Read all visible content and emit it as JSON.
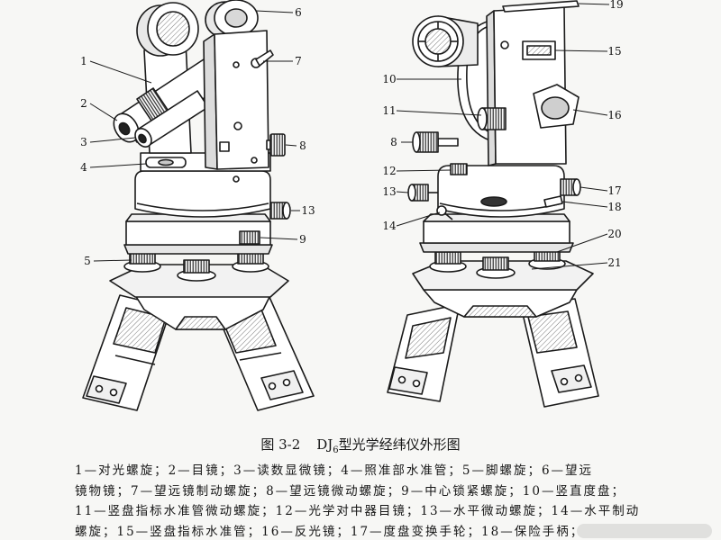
{
  "figure": {
    "left_view": {
      "callouts": [
        "1",
        "2",
        "3",
        "4",
        "5",
        "6",
        "7",
        "8",
        "13",
        "9"
      ]
    },
    "right_view": {
      "callouts": [
        "19",
        "15",
        "10",
        "16",
        "11",
        "8",
        "12",
        "13",
        "17",
        "18",
        "14",
        "20",
        "21"
      ]
    }
  },
  "caption": {
    "fig_no": "图 3-2",
    "model": "DJ",
    "model_sub": "6",
    "title": "型光学经纬仪外形图"
  },
  "legend": {
    "lines": [
      "1—对光螺旋；2—目镜；3—读数显微镜；4—照准部水准管；5—脚螺旋；6—望远",
      "镜物镜；7—望远镜制动螺旋；8—望远镜微动螺旋；9—中心锁紧螺旋；10—竖直度盘；",
      "11—竖盘指标水准管微动螺旋；12—光学对中器目镜；13—水平微动螺旋；14—水平制动",
      "螺旋；15—竖盘指标水准管；16—反光镜；17—度盘变换手轮；18—保险手柄；"
    ]
  },
  "colors": {
    "ink": "#1a1a1a",
    "paper": "#f7f7f5"
  }
}
